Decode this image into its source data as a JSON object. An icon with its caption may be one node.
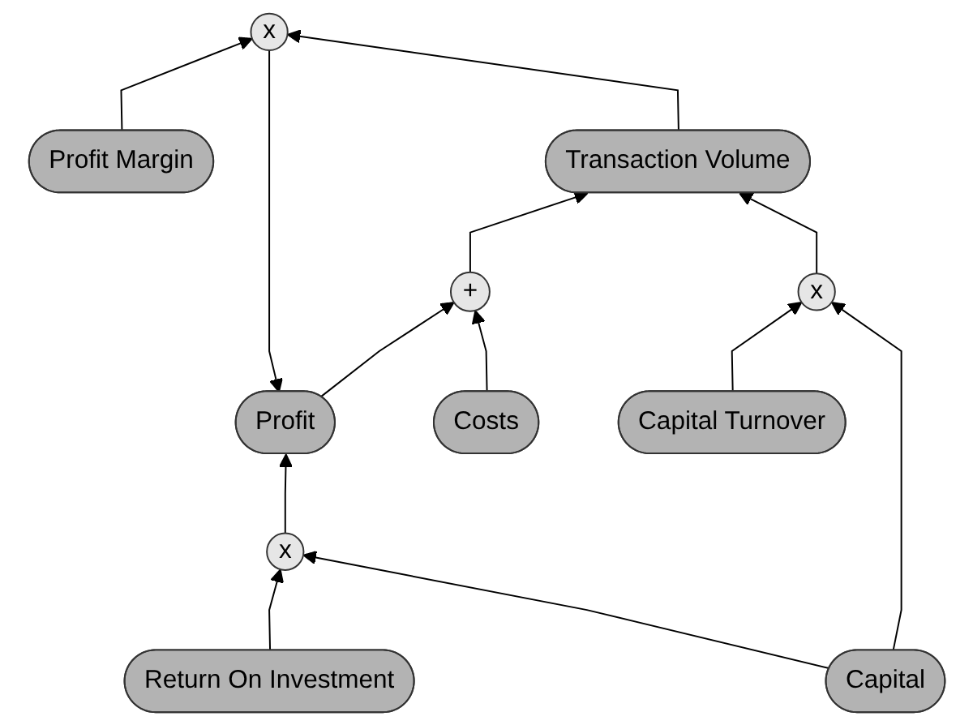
{
  "diagram": {
    "nodes": [
      {
        "text": [
          "Transaction Volume"
        ]
      },
      {
        "text": [
          "x"
        ]
      },
      {
        "text": [
          "Capital Turnover"
        ]
      },
      {
        "text": [
          "+"
        ]
      },
      {
        "text": [
          "Costs"
        ]
      },
      {
        "text": [
          "Profit Margin"
        ]
      },
      {
        "text": [
          "x"
        ]
      },
      {
        "text": [
          "Profit"
        ]
      },
      {
        "text": [
          "Capital"
        ]
      },
      {
        "text": [
          "x"
        ]
      },
      {
        "text": [
          "Return On Investment"
        ]
      }
    ],
    "edges": [
      {
        "from": 2,
        "to": 1,
        "arrow": "to"
      },
      {
        "from": 1,
        "to": 0,
        "arrow": "to"
      },
      {
        "from": 8,
        "to": 1,
        "arrow": "to"
      },
      {
        "from": 0,
        "to": 6,
        "arrow": "to"
      },
      {
        "from": 5,
        "to": 6,
        "arrow": "to"
      },
      {
        "from": 6,
        "to": 7,
        "arrow": "to"
      },
      {
        "from": 7,
        "to": 3,
        "arrow": "to"
      },
      {
        "from": 3,
        "to": 0,
        "arrow": "to"
      },
      {
        "from": 4,
        "to": 3,
        "arrow": "to"
      },
      {
        "from": 8,
        "to": 9,
        "arrow": "to"
      },
      {
        "from": 10,
        "to": 9,
        "arrow": "to"
      },
      {
        "from": 9,
        "to": 7,
        "arrow": "to"
      }
    ]
  }
}
